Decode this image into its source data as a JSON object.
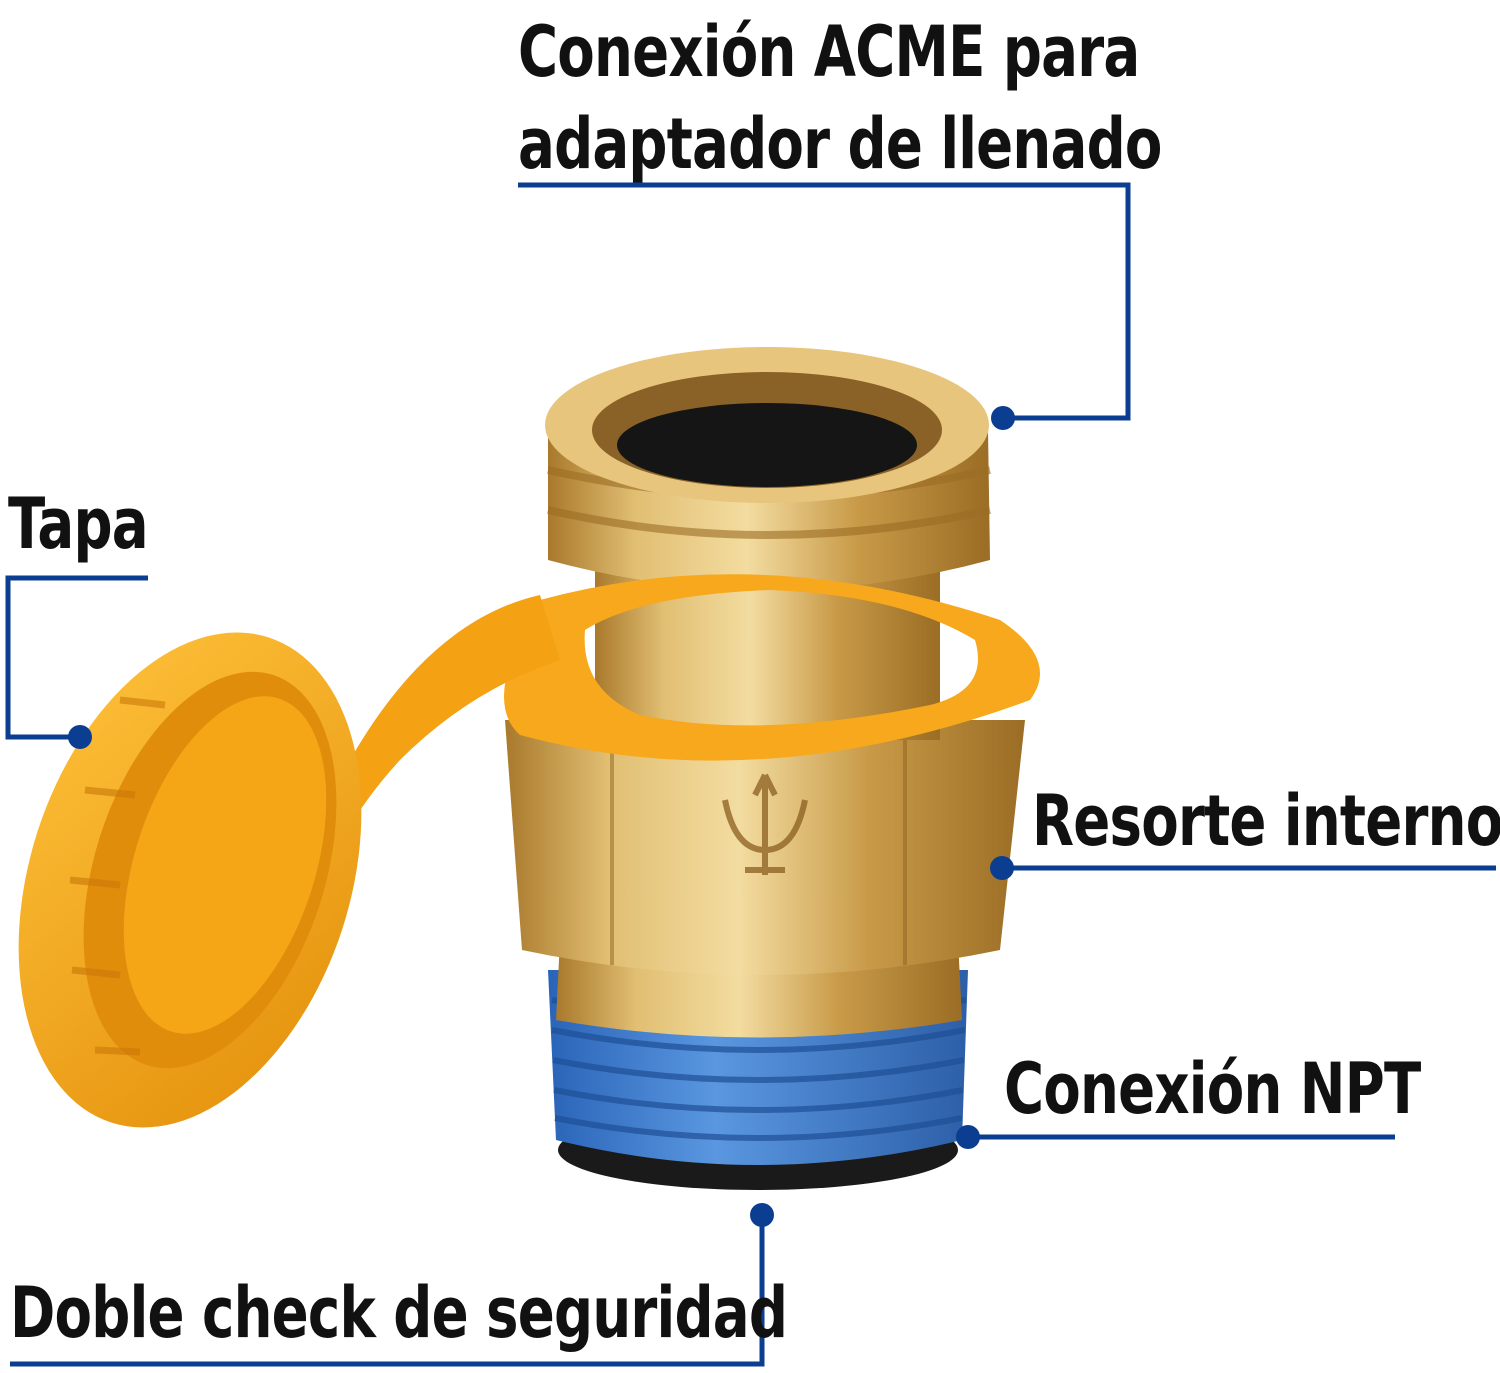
{
  "labels": {
    "acme": {
      "line1": "Conexión ACME para",
      "line2": "adaptador de llenado"
    },
    "tapa": "Tapa",
    "resorte": "Resorte interno",
    "npt": "Conexión NPT",
    "doble": "Doble check de seguridad"
  },
  "colors": {
    "callout": "#0b3d91",
    "brass": "#c9a24a",
    "cap": "#f5a312",
    "thread_tape": "#3f7fd0",
    "text": "#111111"
  }
}
